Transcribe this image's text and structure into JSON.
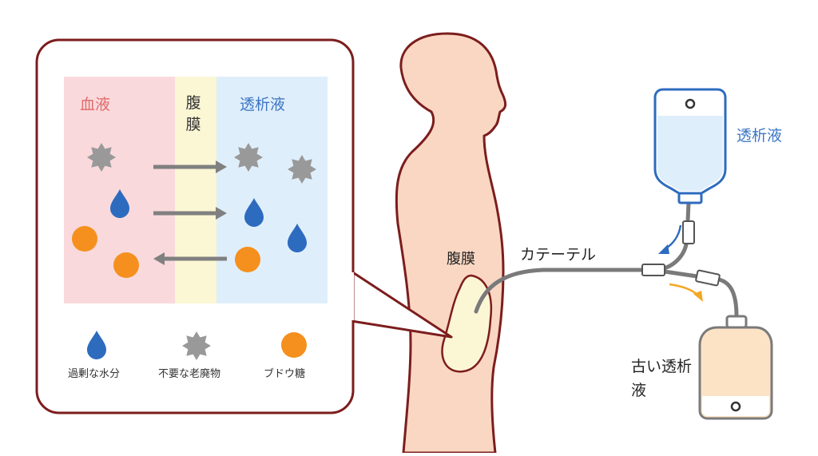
{
  "inset": {
    "blood_label": "血液",
    "membrane_label": "腹膜",
    "dialysate_label": "透析液",
    "legend": {
      "water": "過剰な水分",
      "waste": "不要な老廃物",
      "glucose": "ブドウ糖"
    }
  },
  "body": {
    "membrane_label": "腹膜",
    "catheter_label": "カテーテル"
  },
  "bags": {
    "fresh_label": "透析液",
    "used_label": "古い透析液"
  },
  "colors": {
    "blood_bg": "#f9d9dc",
    "membrane_bg": "#fbf6d4",
    "dialysate_bg": "#dfeefb",
    "skin": "#fad7c3",
    "outline": "#7c1d1d",
    "water": "#2d6bbf",
    "waste": "#999999",
    "glucose": "#f5901e",
    "arrow": "#808080"
  }
}
